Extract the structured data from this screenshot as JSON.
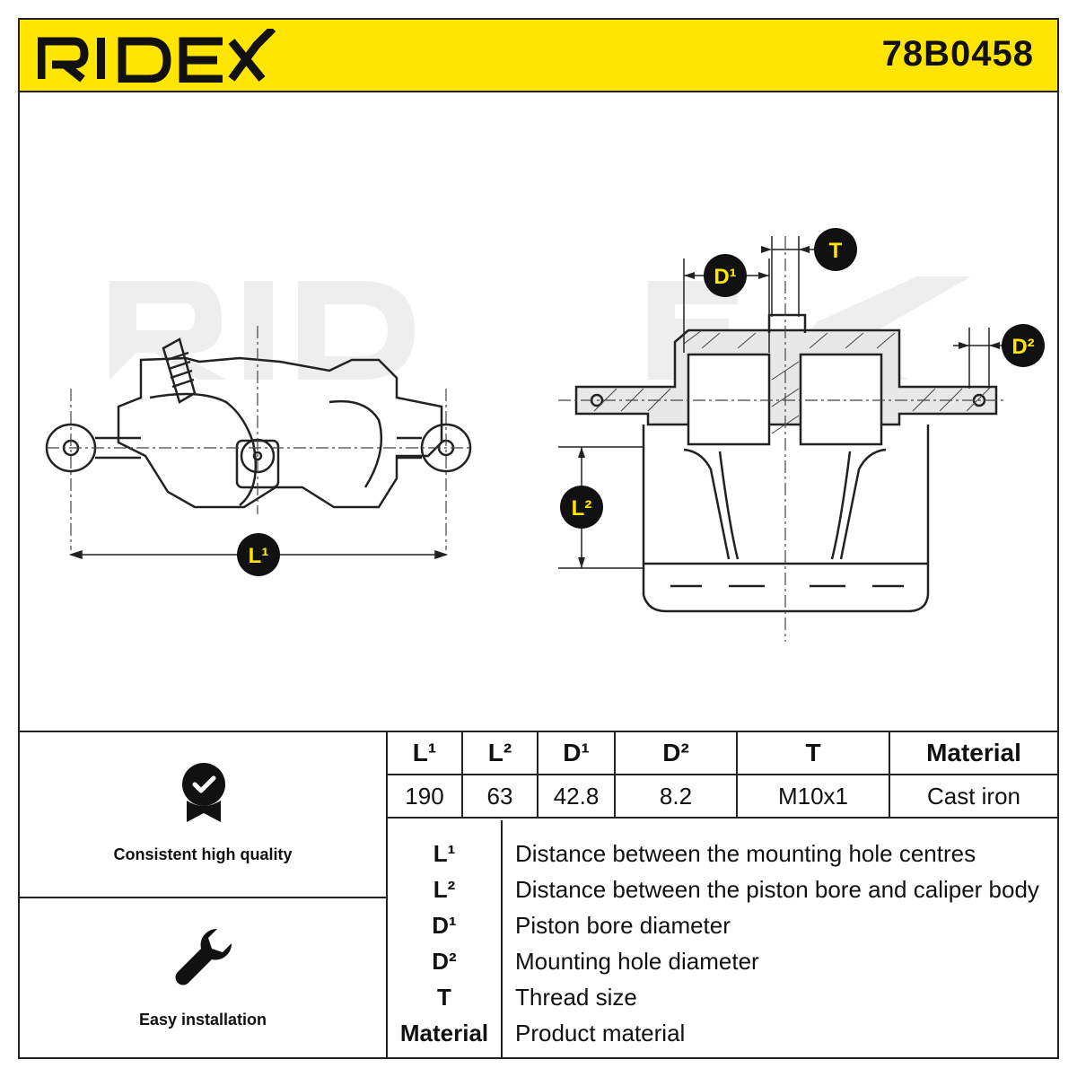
{
  "header": {
    "brand": "RIDEX",
    "part_number": "78B0458",
    "brand_color": "#ffe500"
  },
  "diagram": {
    "callouts": {
      "l1": "L¹",
      "l2": "L²",
      "d1": "D¹",
      "d2": "D²",
      "t": "T"
    },
    "watermark": "RIDEX"
  },
  "features": [
    {
      "icon": "quality-badge-icon",
      "label": "Consistent high quality"
    },
    {
      "icon": "wrench-icon",
      "label": "Easy installation"
    }
  ],
  "spec_table": {
    "headers": [
      "L¹",
      "L²",
      "D¹",
      "D²",
      "T",
      "Material"
    ],
    "values": [
      "190",
      "63",
      "42.8",
      "8.2",
      "M10x1",
      "Cast iron"
    ]
  },
  "legend": [
    {
      "key": "L¹",
      "description": "Distance between the mounting hole centres"
    },
    {
      "key": "L²",
      "description": "Distance between the piston bore and caliper body"
    },
    {
      "key": "D¹",
      "description": "Piston bore diameter"
    },
    {
      "key": "D²",
      "description": "Mounting hole diameter"
    },
    {
      "key": "T",
      "description": "Thread size"
    },
    {
      "key": "Material",
      "description": "Product material"
    }
  ]
}
